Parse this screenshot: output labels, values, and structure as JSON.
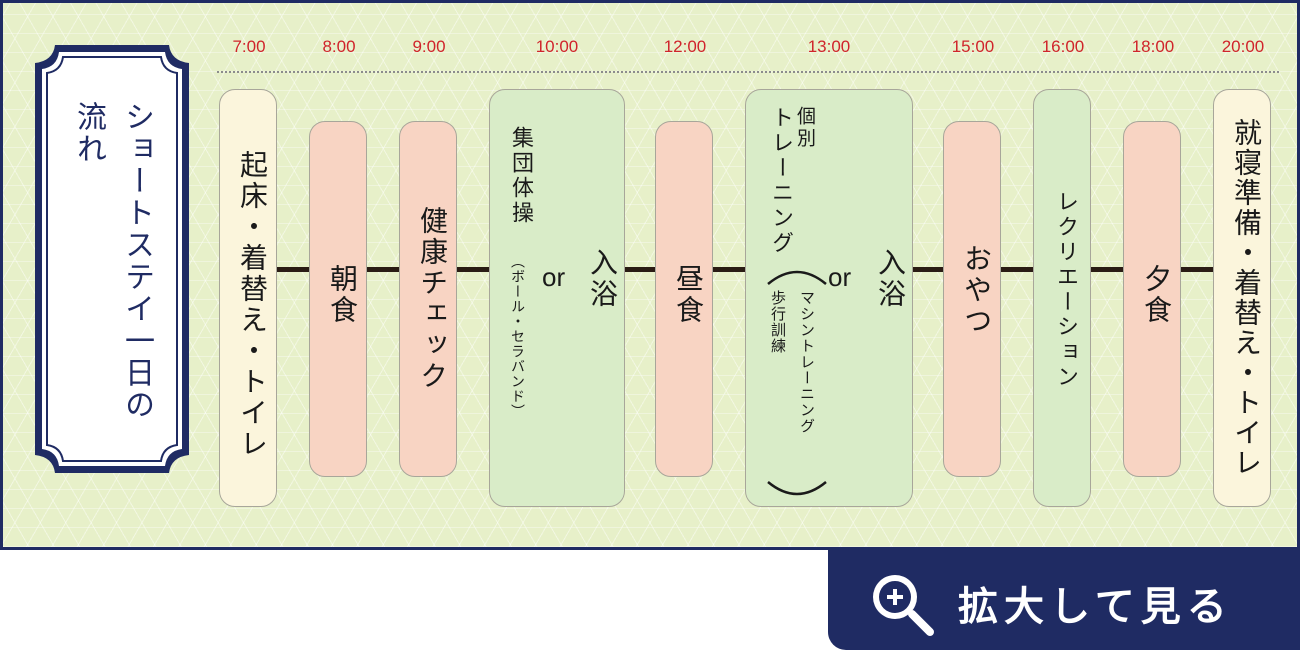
{
  "title": "ショートステイ一日の流れ",
  "times": [
    "7:00",
    "8:00",
    "9:00",
    "10:00",
    "12:00",
    "13:00",
    "15:00",
    "16:00",
    "18:00",
    "20:00"
  ],
  "activities": {
    "wakeup": "起床・着替え・トイレ",
    "breakfast": "朝食",
    "health": "健康チェック",
    "exercise_main": "集団体操",
    "exercise_sub": "（ボール・セラバンド）",
    "or": "or",
    "bath": "入浴",
    "lunch": "昼食",
    "training_title_1": "個別",
    "training_title_2": "トレーニング",
    "training_sub_1": "マシントレーニング",
    "training_sub_2": "歩行訓練",
    "snack": "おやつ",
    "recreation": "レクリエーション",
    "dinner": "夕食",
    "bedtime": "就寝準備・着替え・トイレ"
  },
  "zoom_button": {
    "label": "拡大して見る",
    "icon": "zoom-in-icon"
  },
  "colors": {
    "navy": "#1f2b63",
    "time_red": "#d0242b",
    "background": "#e7f0c9",
    "cream": "#fbf5dc",
    "pink": "#f8d4c3",
    "green": "#d9ecc8"
  }
}
